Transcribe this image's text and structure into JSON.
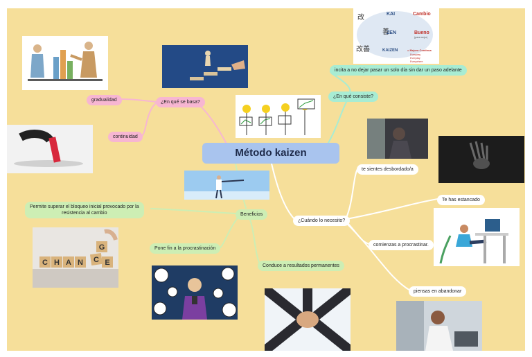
{
  "central": "Método kaizen",
  "branches": {
    "basa": {
      "label": "¿En qué se basa?",
      "children": [
        "gradualidad",
        "continuidad"
      ]
    },
    "consiste": {
      "label": "¿En qué consiste?",
      "children": [
        "incita a no dejar pasar un solo día sin dar un paso adelante"
      ]
    },
    "beneficios": {
      "label": "Beneficios",
      "children": [
        "Permite superar el bloqueo inicial provocado por la",
        "resistencia al cambio",
        "Pone fin a la procrastinación",
        "Conduce a resultados permanentes"
      ]
    },
    "necesito": {
      "label": "¿Cuándo lo necesito?",
      "children": [
        "te sientes desbordado/a",
        "Te has estancado",
        "comienzas a procrastinar.",
        "piensas en abandonar"
      ]
    }
  },
  "kaizen_image": {
    "kai": "KAI",
    "zen": "ZEN",
    "cambio": "Cambio",
    "bueno": "Bueno",
    "bueno_sub": "(para mejor)",
    "kaizen": "KAIZEN",
    "mejora": "= Mejora Continua",
    "every1": "Everyway",
    "every2": "Everyday",
    "every3": "Everywhere",
    "kanji1": "改",
    "kanji2": "善",
    "kanji3": "改善"
  },
  "change_image": {
    "letters": [
      "C",
      "H",
      "A",
      "N",
      "C",
      "E"
    ],
    "top_letter": "G"
  },
  "colors": {
    "background": "#f6df9a",
    "pink_node": "#f7b6d2",
    "green_node": "#cdeeb4",
    "mint_node": "#a8ecd3",
    "central_node": "#a9c4ee"
  }
}
